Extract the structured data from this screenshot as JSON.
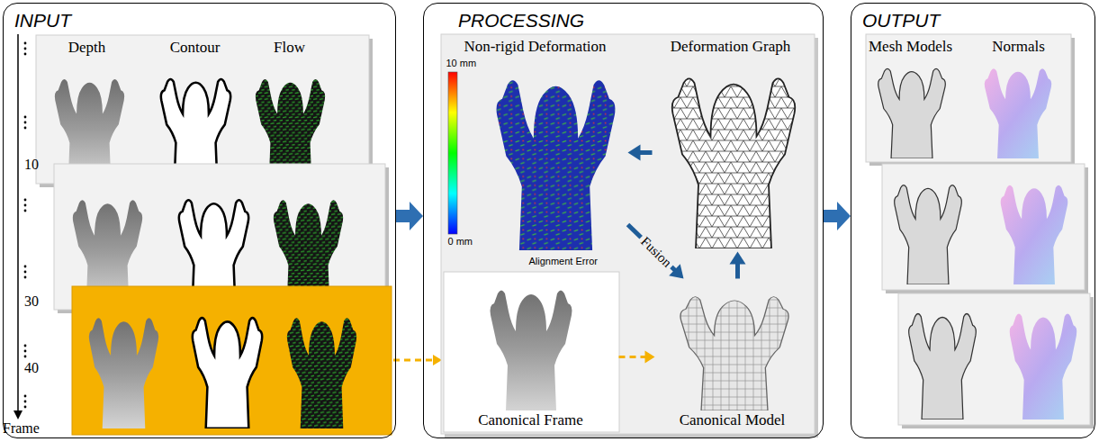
{
  "diagram": {
    "nodes": [
      {
        "text": [
          "INPUT"
        ]
      },
      {
        "text": [
          "Depth",
          "Contour",
          "Flow"
        ],
        "in": 0
      },
      {
        "text": [
          "PROCESSING"
        ]
      },
      {
        "text": [
          "Non-rigid Deformation",
          "10 mm",
          "0 mm",
          "Alignment Error"
        ],
        "in": 2
      },
      {
        "text": [
          "Deformation Graph"
        ],
        "in": 2
      },
      {
        "text": [
          "Canonical Frame"
        ],
        "in": 2
      },
      {
        "text": [
          "Canonical Model"
        ],
        "in": 2
      },
      {
        "text": [
          "OUTPUT"
        ]
      },
      {
        "text": [
          "Mesh Models",
          "Normals"
        ],
        "in": 7
      }
    ],
    "edges": [
      {
        "from": 0,
        "to": 2,
        "arrow": "to"
      },
      {
        "from": 2,
        "to": 7,
        "arrow": "to"
      },
      {
        "from": 4,
        "to": 3,
        "arrow": "to"
      },
      {
        "from": 3,
        "to": 6,
        "label": "Fusion",
        "arrow": "to"
      },
      {
        "from": 6,
        "to": 4,
        "arrow": "to"
      },
      {
        "from": 5,
        "to": 6,
        "arrow": "to"
      }
    ],
    "labels": [
      "10",
      "30",
      "40",
      "Frame"
    ]
  }
}
